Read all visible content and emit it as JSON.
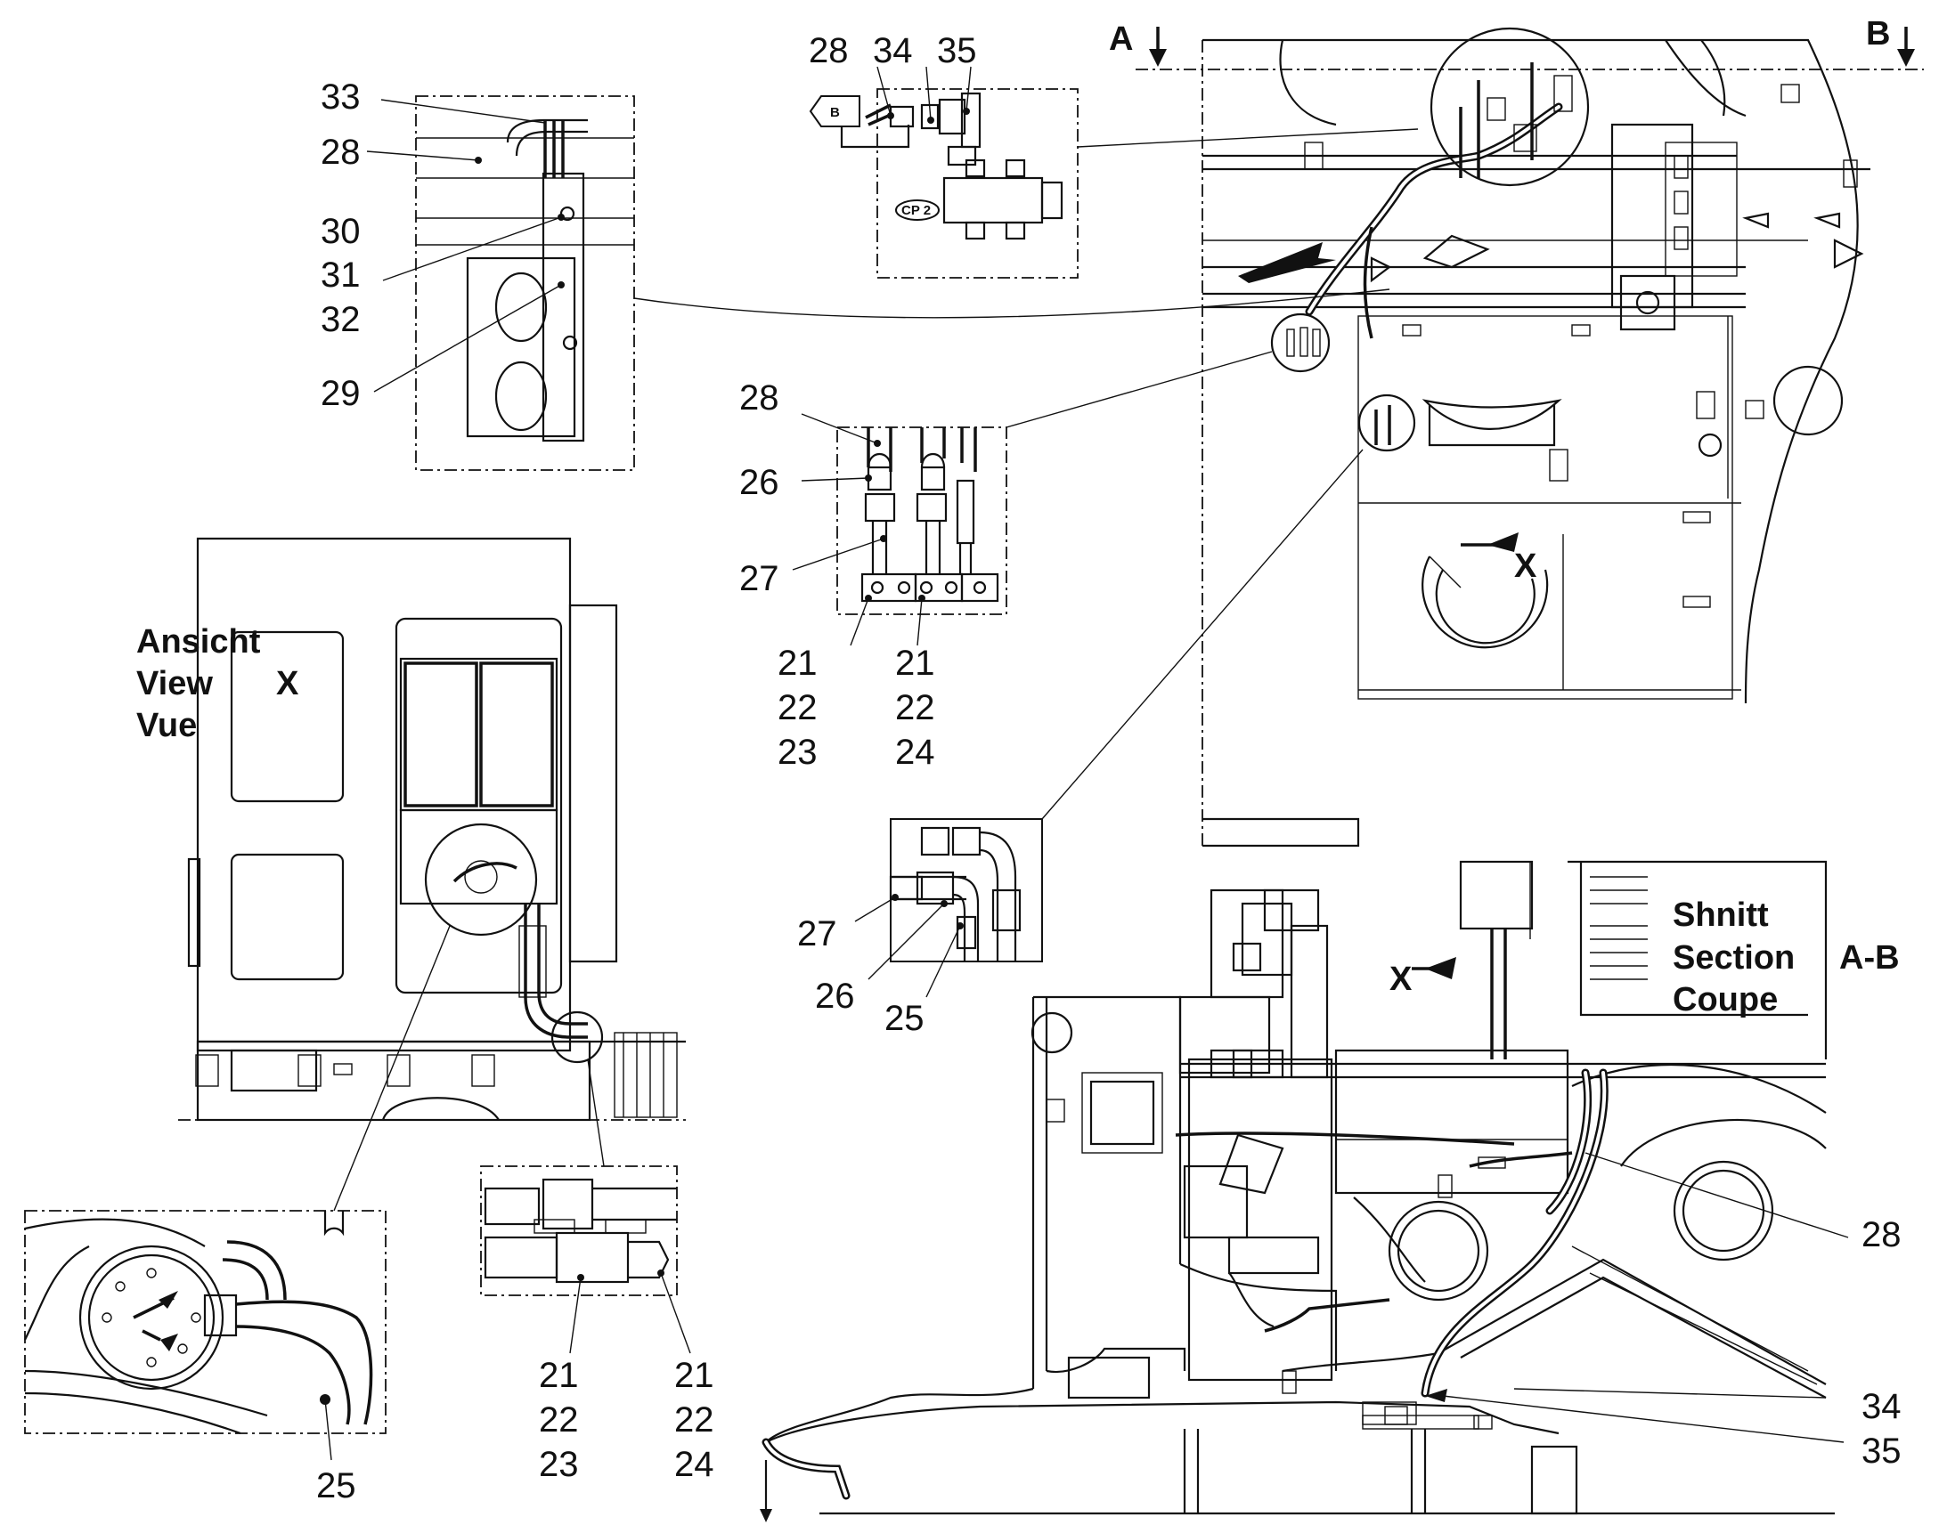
{
  "labels": {
    "det_top_left": {
      "n33": "33",
      "n28": "28",
      "n30": "30",
      "n31": "31",
      "n32": "32",
      "n29": "29"
    },
    "det_top_mid": {
      "n28": "28",
      "n34": "34",
      "n35": "35",
      "tag_b": "B",
      "tag_cp2": "CP 2"
    },
    "det_mid": {
      "n28": "28",
      "n26": "26",
      "n27": "27",
      "a21": "21",
      "a22": "22",
      "a23": "23",
      "b21": "21",
      "b22": "22",
      "b24": "24"
    },
    "det_low_mid": {
      "n27": "27",
      "n26": "26",
      "n25": "25"
    },
    "det_bottom_mid": {
      "a21": "21",
      "a22": "22",
      "a23": "23",
      "b21": "21",
      "b22": "22",
      "b24": "24"
    },
    "det_bottom_left": {
      "n25": "25"
    },
    "section": {
      "n28": "28",
      "n34": "34",
      "n35": "35",
      "x_mark": "X"
    },
    "section_markers": {
      "a": "A",
      "b": "B"
    },
    "upper_right_x": "X",
    "view_x": {
      "line1": "Ansicht",
      "line2": "View",
      "line3": "Vue",
      "letter": "X"
    },
    "section_title": {
      "line1": "Shnitt",
      "line2": "Section",
      "line2_code": "A-B",
      "line3": "Coupe"
    }
  }
}
